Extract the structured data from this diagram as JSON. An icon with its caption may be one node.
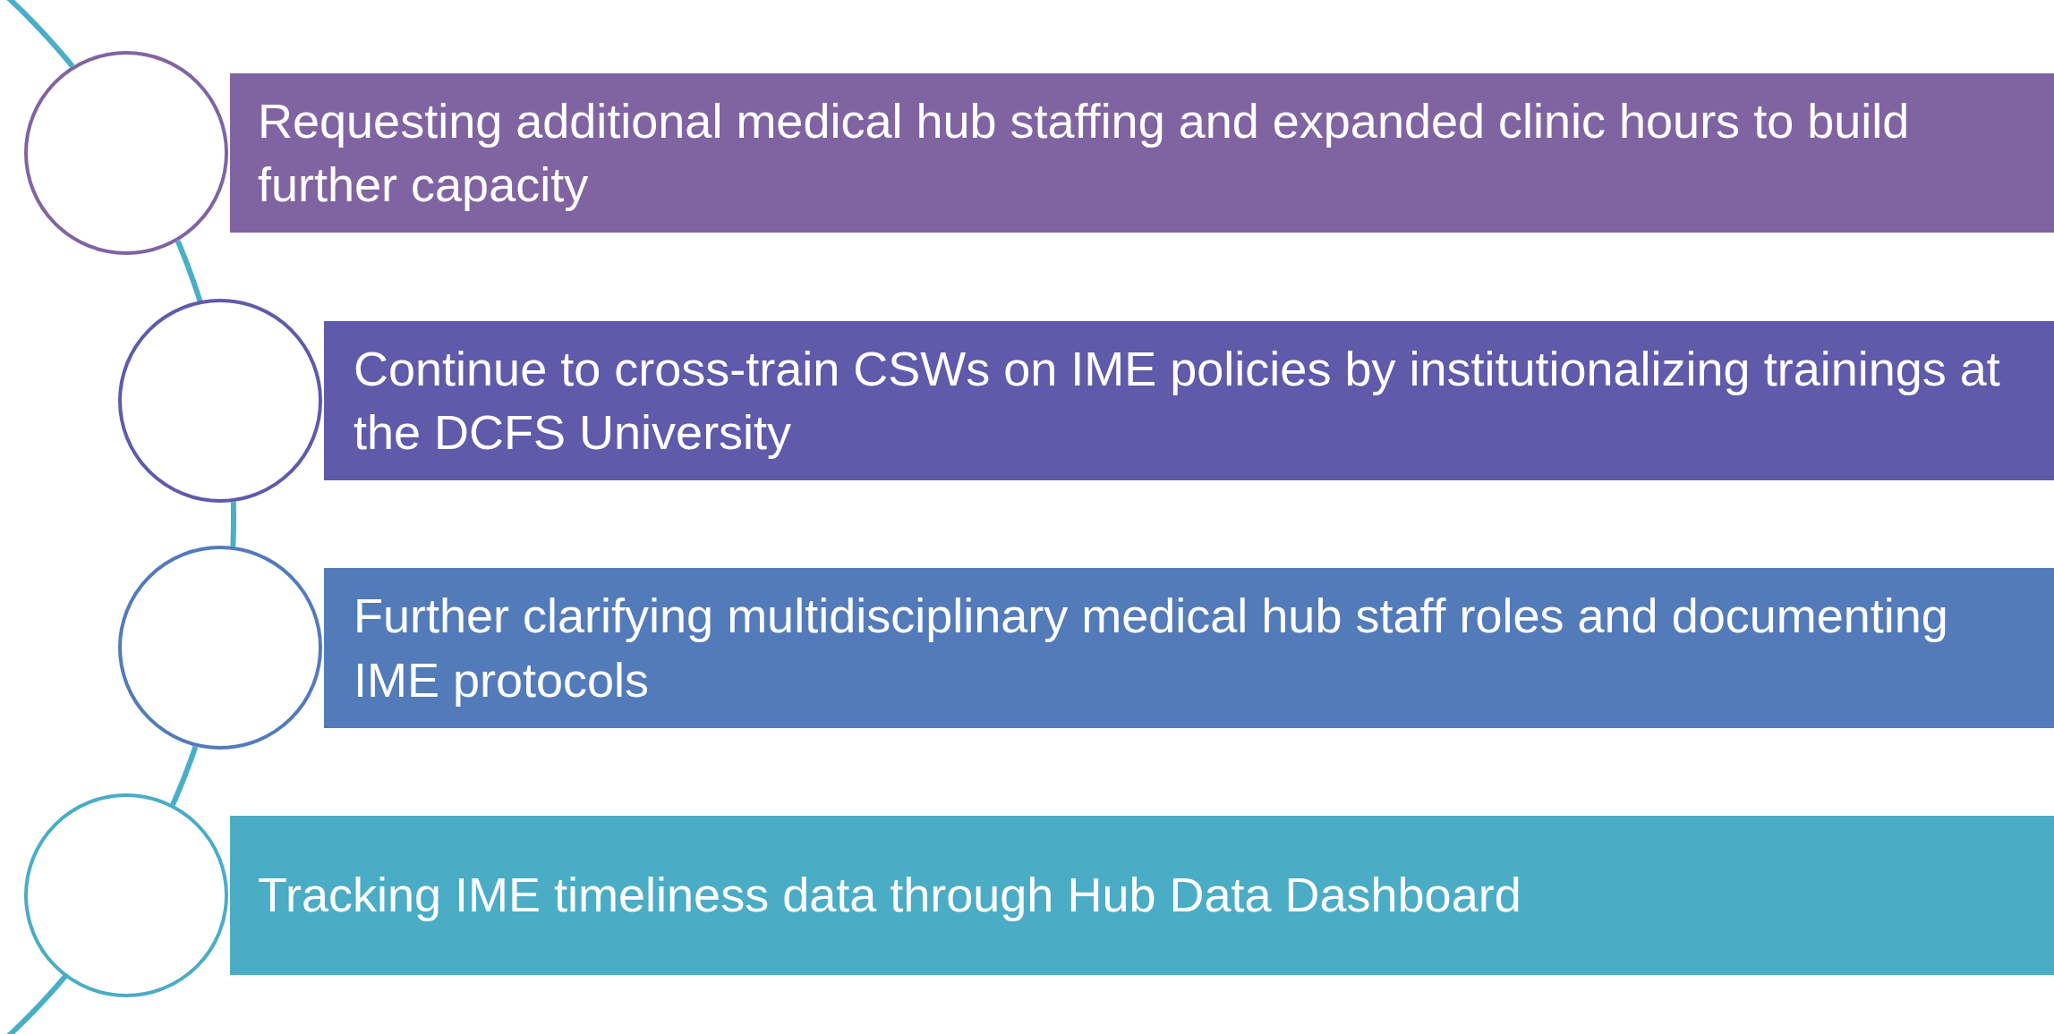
{
  "diagram": {
    "nodes": [
      {
        "text": [],
        "shape": "circle"
      },
      {
        "text": [
          "Requesting additional medical hub staffing and expanded clinic hours to build further capacity"
        ]
      },
      {
        "text": [],
        "shape": "circle"
      },
      {
        "text": [
          "Continue to cross-train CSWs on IME policies by institutionalizing trainings at the DCFS University"
        ]
      },
      {
        "text": [],
        "shape": "circle"
      },
      {
        "text": [
          "Further clarifying multidisciplinary medical hub staff roles and documenting IME protocols"
        ]
      },
      {
        "text": [],
        "shape": "circle"
      },
      {
        "text": [
          "Tracking IME timeliness data through Hub Data Dashboard"
        ]
      }
    ],
    "edges": [
      {
        "from": null,
        "to": 0,
        "arrow": "none"
      },
      {
        "from": 0,
        "to": 2,
        "arrow": "none"
      },
      {
        "from": 2,
        "to": 4,
        "arrow": "none"
      },
      {
        "from": 4,
        "to": 6,
        "arrow": "none"
      },
      {
        "from": 6,
        "to": null,
        "arrow": "none"
      }
    ]
  }
}
